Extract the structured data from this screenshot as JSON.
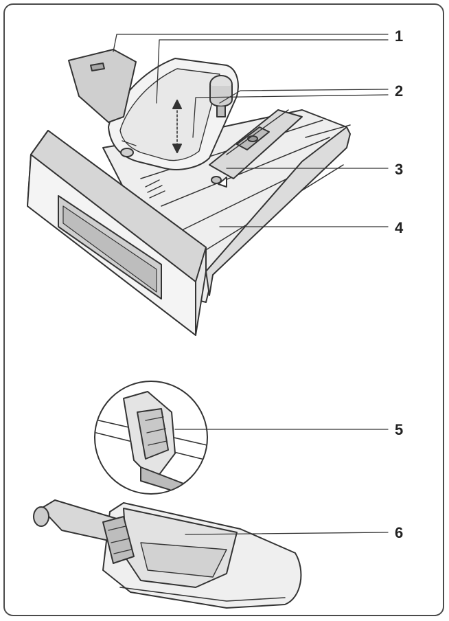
{
  "callouts": [
    {
      "label": "1"
    },
    {
      "label": "2"
    },
    {
      "label": "3"
    },
    {
      "label": "4"
    },
    {
      "label": "5"
    },
    {
      "label": "6"
    }
  ],
  "colors": {
    "line": "#333333",
    "fill_light": "#f2f2f2",
    "fill_mid": "#d8d8d8",
    "fill_dark": "#9a9a9a"
  }
}
